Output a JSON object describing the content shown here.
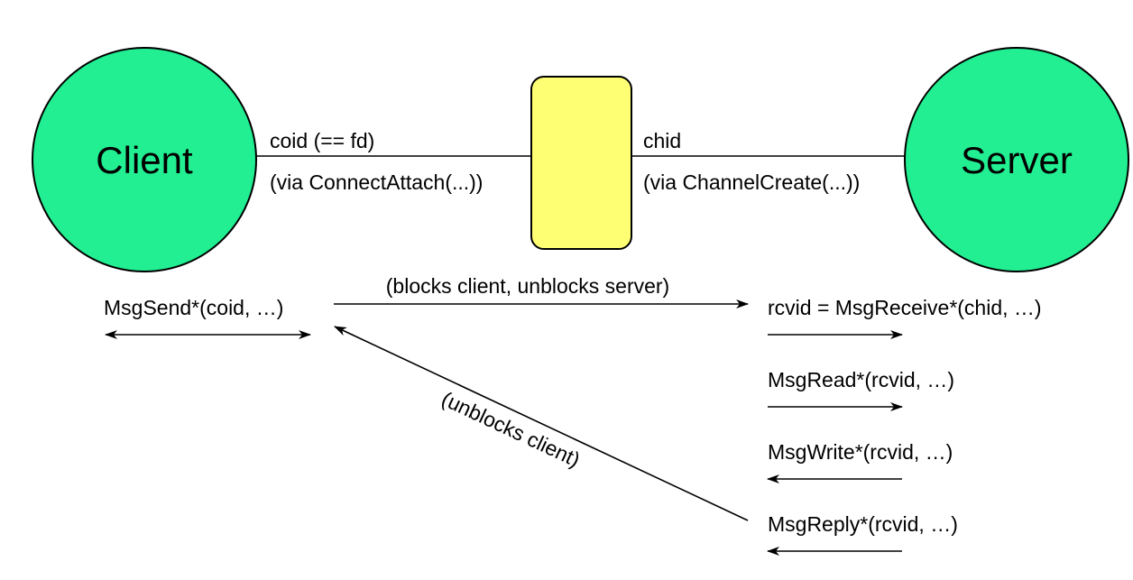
{
  "colors": {
    "node_fill": "#22ee92",
    "channel_fill": "#ffff73",
    "stroke": "#000000"
  },
  "nodes": {
    "client": "Client",
    "server": "Server"
  },
  "links": {
    "client_top": "coid (== fd)",
    "client_bottom": "(via ConnectAttach(...))",
    "server_top": "chid",
    "server_bottom": "(via ChannelCreate(...))"
  },
  "messages": {
    "send": "MsgSend*(coid, …)",
    "send_note": "(blocks client, unblocks server)",
    "receive": "rcvid = MsgReceive*(chid, …)",
    "read": "MsgRead*(rcvid, …)",
    "write": "MsgWrite*(rcvid, …)",
    "reply": "MsgReply*(rcvid, …)",
    "reply_note": "(unblocks client)"
  }
}
